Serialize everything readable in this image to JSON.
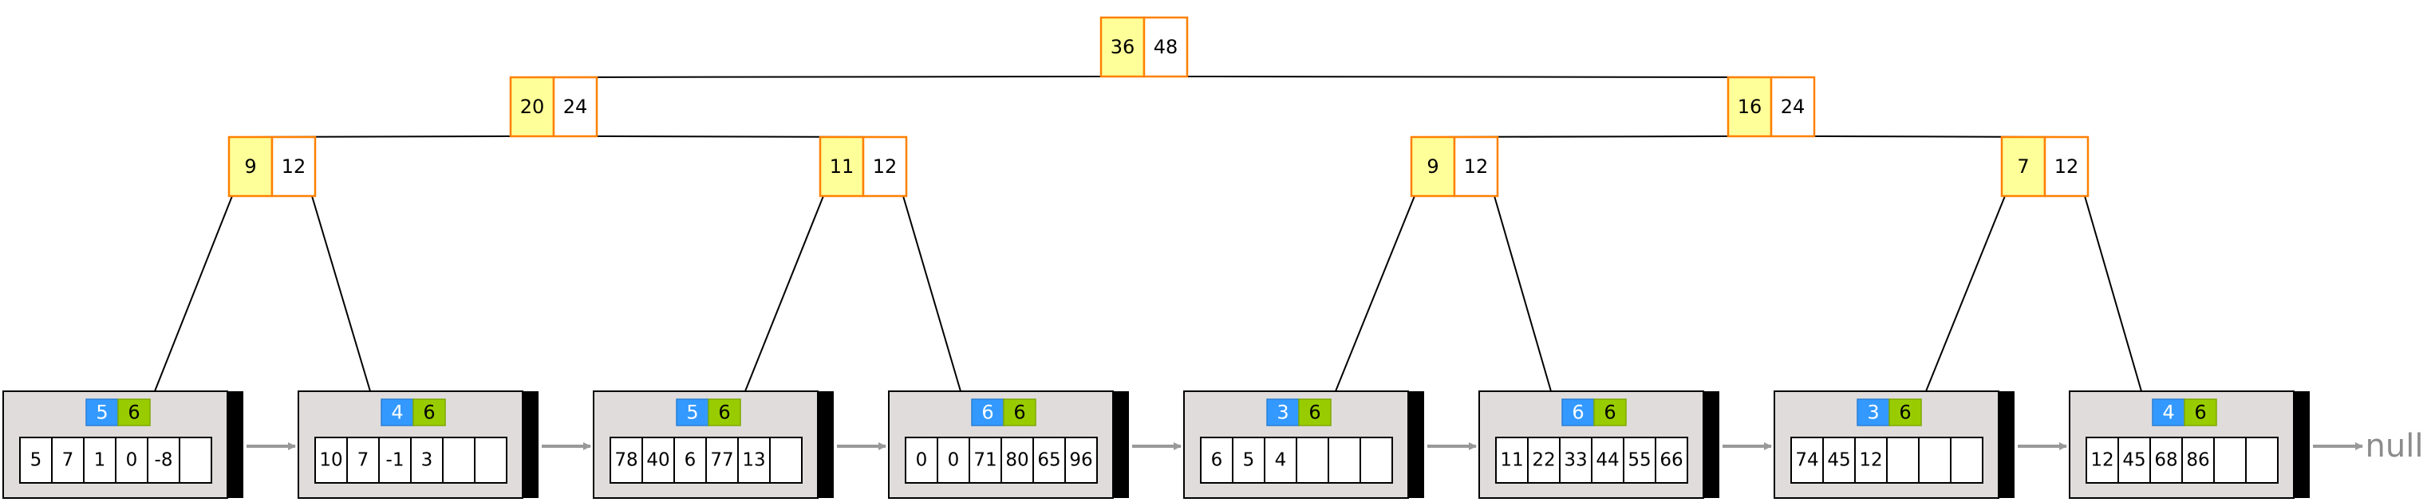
{
  "tree": {
    "level0": [
      {
        "keys": [
          "36",
          "48"
        ]
      }
    ],
    "level1": [
      {
        "keys": [
          "20",
          "24"
        ]
      },
      {
        "keys": [
          "16",
          "24"
        ]
      }
    ],
    "level2": [
      {
        "keys": [
          "9",
          "12"
        ]
      },
      {
        "keys": [
          "11",
          "12"
        ]
      },
      {
        "keys": [
          "9",
          "12"
        ]
      },
      {
        "keys": [
          "7",
          "12"
        ]
      }
    ]
  },
  "leaves": [
    {
      "count": "5",
      "cap": "6",
      "cells": [
        "5",
        "7",
        "1",
        "0",
        "-8",
        ""
      ]
    },
    {
      "count": "4",
      "cap": "6",
      "cells": [
        "10",
        "7",
        "-1",
        "3",
        "",
        ""
      ]
    },
    {
      "count": "5",
      "cap": "6",
      "cells": [
        "78",
        "40",
        "6",
        "77",
        "13",
        ""
      ]
    },
    {
      "count": "6",
      "cap": "6",
      "cells": [
        "0",
        "0",
        "71",
        "80",
        "65",
        "96"
      ]
    },
    {
      "count": "3",
      "cap": "6",
      "cells": [
        "6",
        "5",
        "4",
        "",
        "",
        ""
      ]
    },
    {
      "count": "6",
      "cap": "6",
      "cells": [
        "11",
        "22",
        "33",
        "44",
        "55",
        "66"
      ]
    },
    {
      "count": "3",
      "cap": "6",
      "cells": [
        "74",
        "45",
        "12",
        "",
        "",
        ""
      ]
    },
    {
      "count": "4",
      "cap": "6",
      "cells": [
        "12",
        "45",
        "68",
        "86",
        "",
        ""
      ]
    }
  ],
  "terminal": {
    "label": "null"
  },
  "colors": {
    "key_fill": "#ffff99",
    "node_border": "#ff8000",
    "count_badge": "#3399ff",
    "cap_badge": "#99cc00",
    "leaf_fill": "#e0dcdc",
    "arrow": "#999999",
    "edge": "#000000"
  }
}
